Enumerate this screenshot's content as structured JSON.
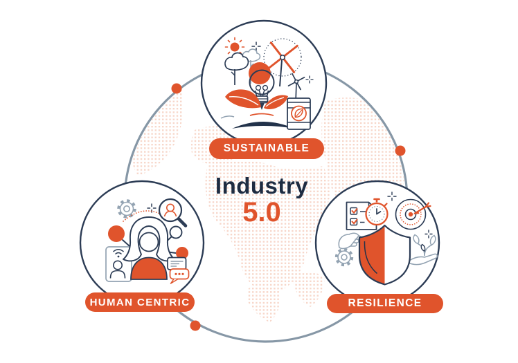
{
  "title": {
    "main": "Industry",
    "version": "5.0"
  },
  "nodes": [
    {
      "id": "sustainable",
      "label": "SUSTAINABLE",
      "icon": "sustainability-eco-icon",
      "position": "top"
    },
    {
      "id": "human-centric",
      "label": "HUMAN CENTRIC",
      "icon": "human-centric-people-icon",
      "position": "bottom-left"
    },
    {
      "id": "resilience",
      "label": "RESILIENCE",
      "icon": "resilience-shield-icon",
      "position": "bottom-right"
    }
  ],
  "background": {
    "decoration": "dotted-world-map",
    "connector_ring": {
      "shape": "circle",
      "node_dots": 3
    }
  },
  "colors": {
    "accent_orange": "#e0542c",
    "navy": "#2c3c55",
    "title_navy": "#1e2c42",
    "ring_gray": "#8697a6",
    "map_dot_peach": "#f6d0c1",
    "detail_gray": "#93a3b2",
    "background": "#ffffff"
  }
}
